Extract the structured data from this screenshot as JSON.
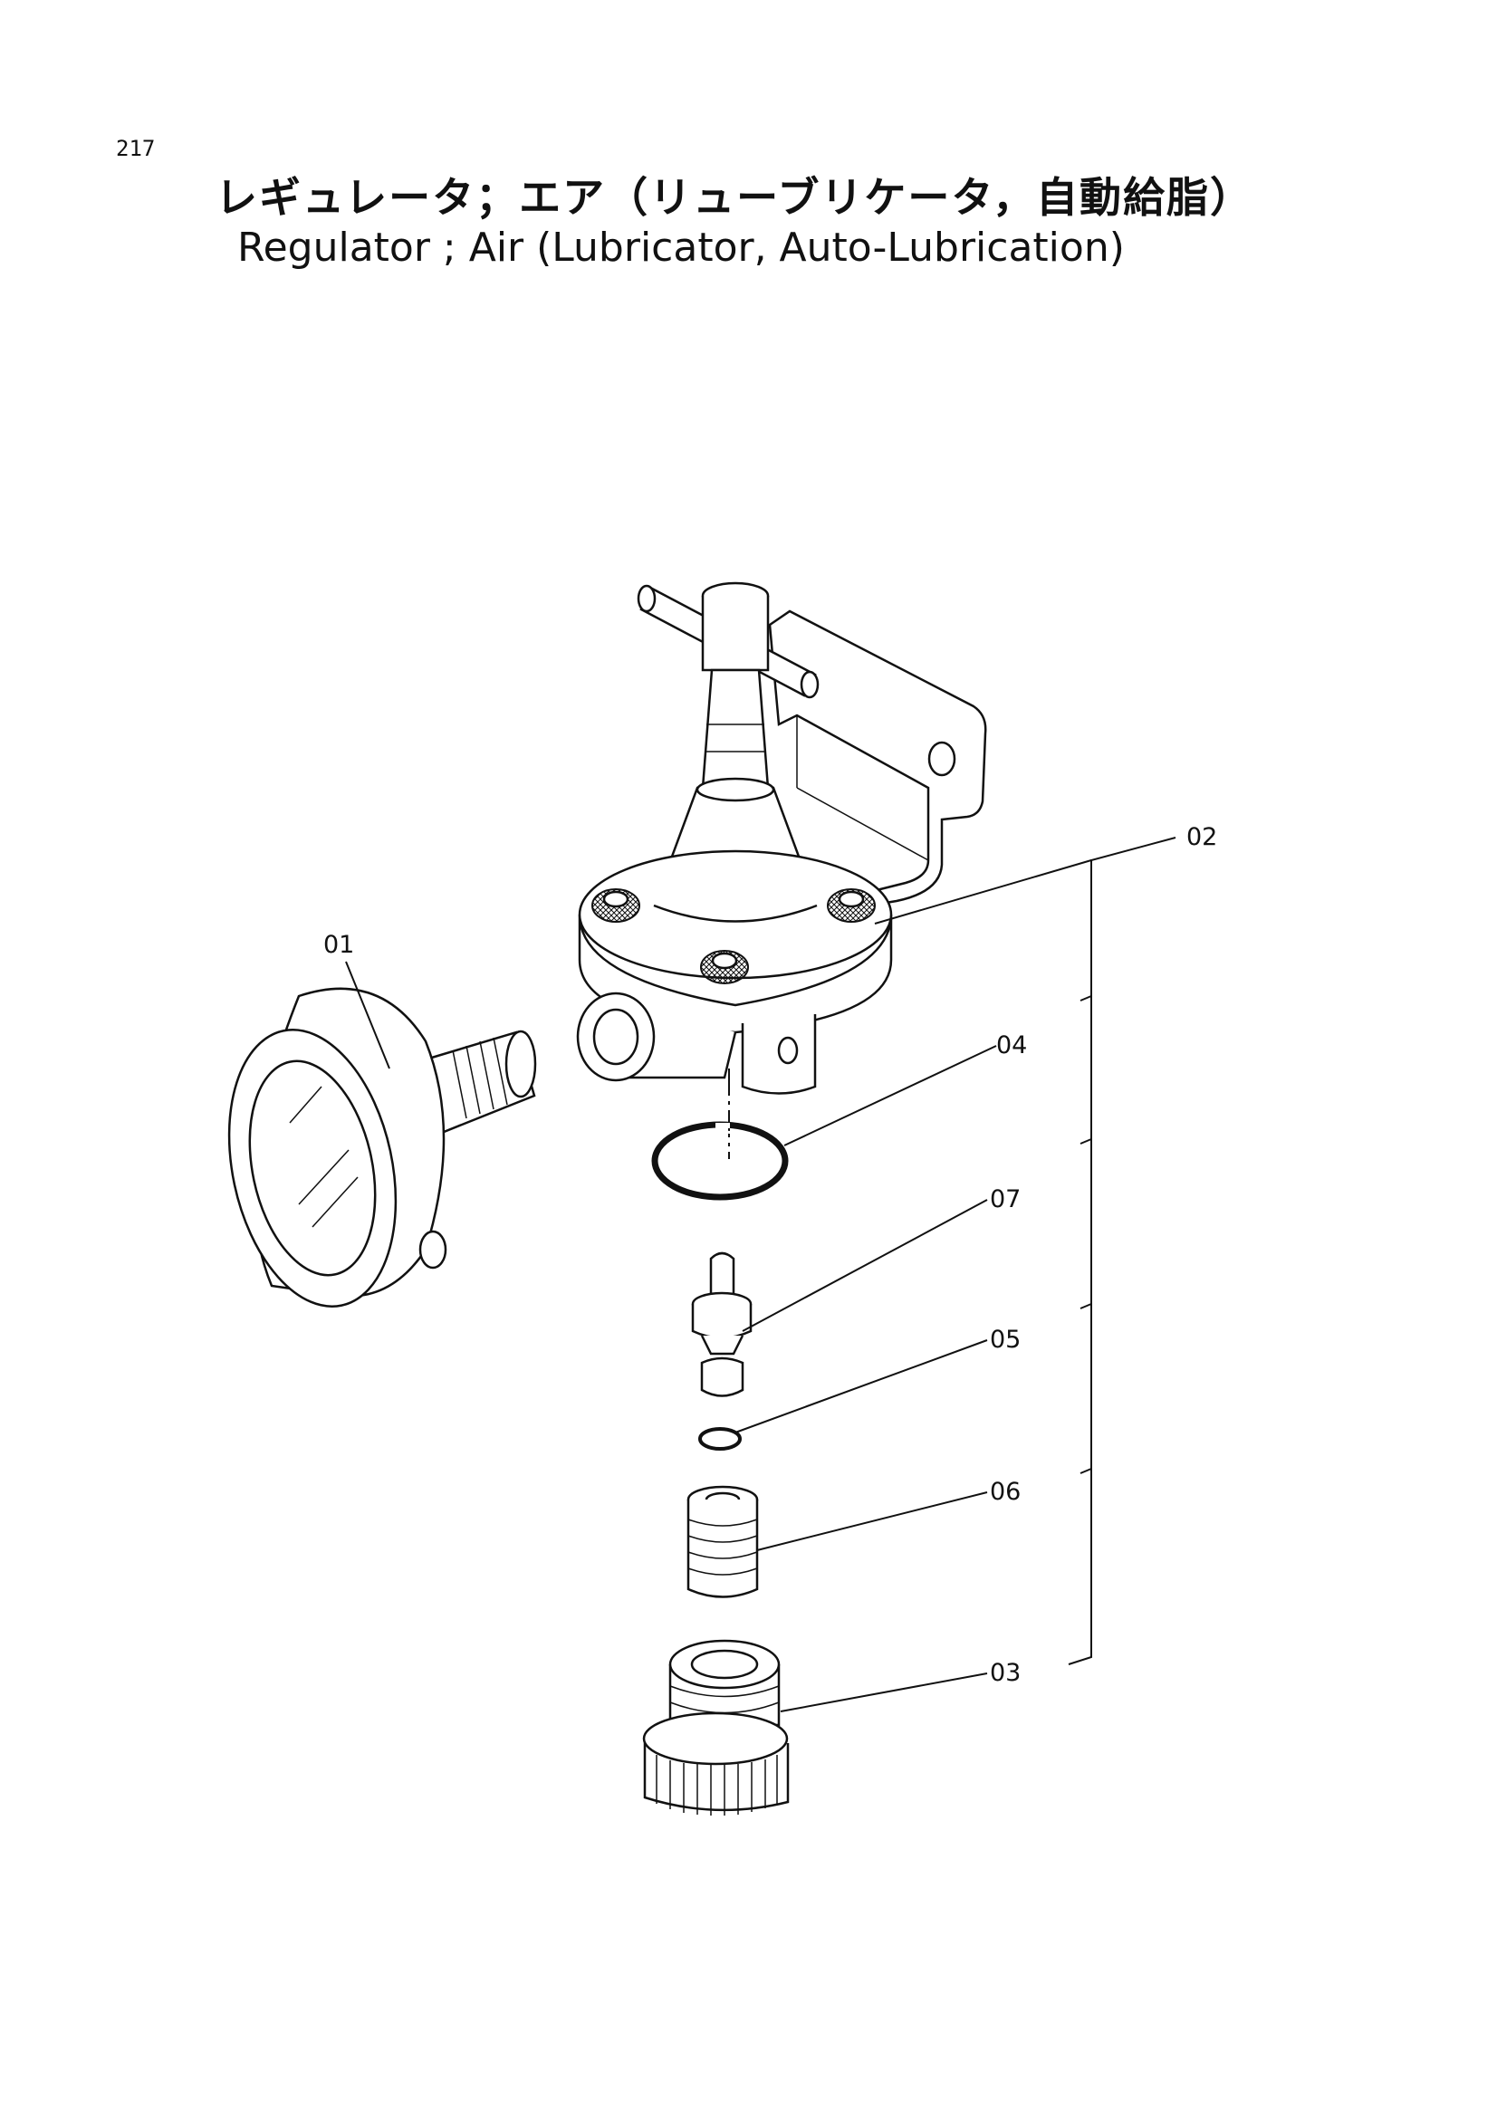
{
  "page_number": "217",
  "title_jp": "レギュレータ；エア（リューブリケータ，自動給脂）",
  "title_en": "Regulator ; Air (Lubricator, Auto-Lubrication)",
  "callouts": {
    "p01": "01",
    "p02": "02",
    "p03": "03",
    "p04": "04",
    "p05": "05",
    "p06": "06",
    "p07": "07"
  }
}
